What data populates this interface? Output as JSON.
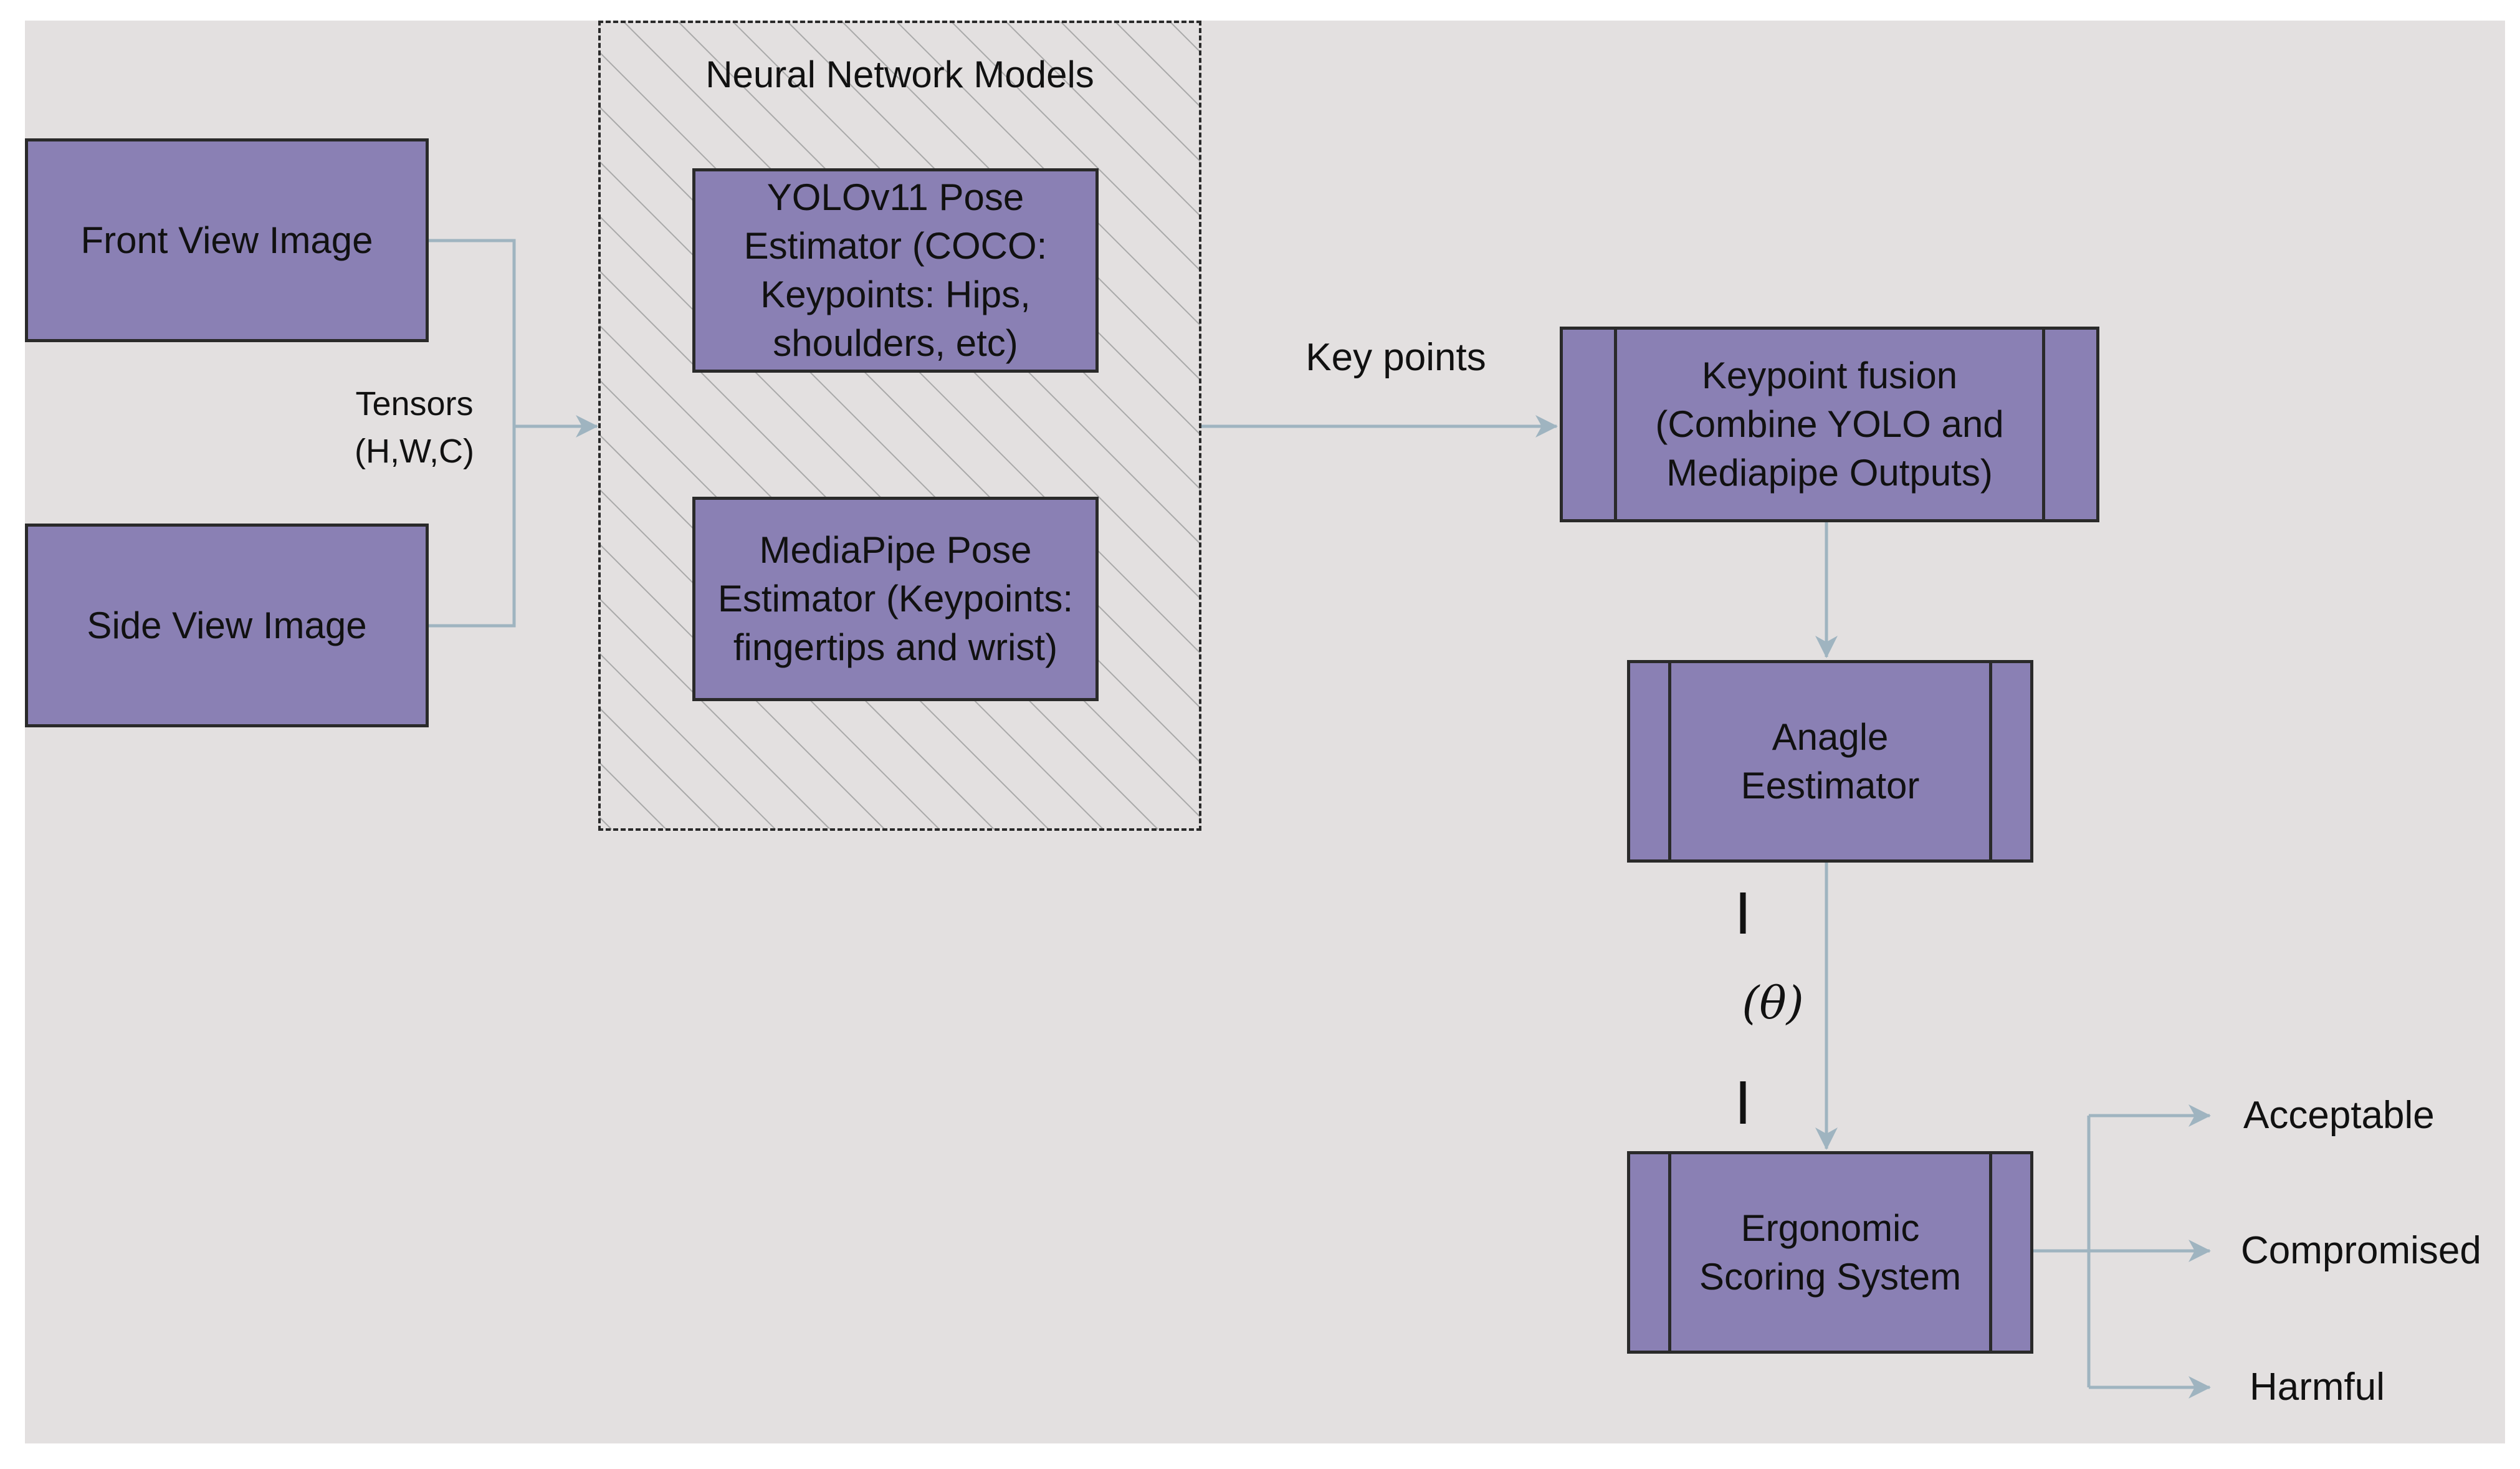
{
  "colors": {
    "background": "#e3e0e0",
    "box_fill": "#8a80b4",
    "box_border": "#2a2a2a",
    "connector": "#9fb4c0"
  },
  "inputs": {
    "front_view": "Front View Image",
    "side_view": "Side View Image",
    "tensor_label": "Tensors\n(H,W,C)"
  },
  "models_group": {
    "title": "Neural Network Models",
    "yolo": "YOLOv11 Pose\nEstimator (COCO:\nKeypoints: Hips,\nshoulders, etc)",
    "mediapipe": "MediaPipe Pose\nEstimator (Keypoints:\nfingertips and wrist)"
  },
  "keypoints_label": "Key points",
  "fusion": "Keypoint fusion\n(Combine YOLO and\nMediapipe Outputs)",
  "angle_estimator": "Anagle\nEestimator",
  "theta_label": "(θ)",
  "scoring": "Ergonomic\nScoring System",
  "outputs": [
    "Acceptable",
    "Compromised",
    "Harmful"
  ]
}
